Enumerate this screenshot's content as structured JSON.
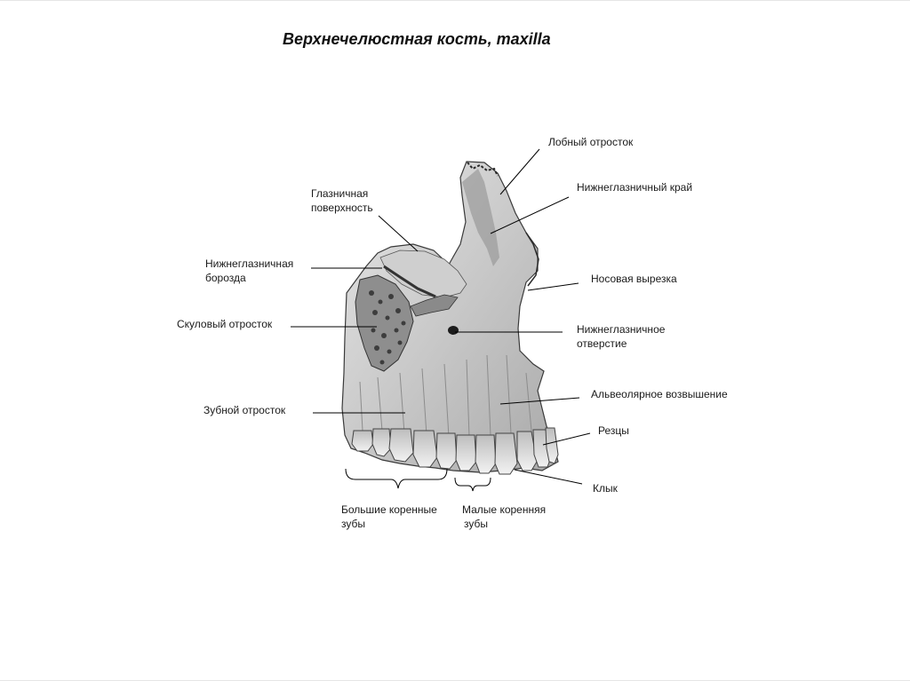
{
  "title": "Верхнечелюстная кость, maxilla",
  "labels": {
    "frontal_process": "Лобный отросток",
    "infraorbital_margin": "Нижнеглазничный край",
    "orbital_surface_l1": "Глазничная",
    "orbital_surface_l2": "поверхность",
    "infraorbital_groove_l1": "Нижнеглазничная",
    "infraorbital_groove_l2": "борозда",
    "nasal_notch": "Носовая вырезка",
    "zygomatic_process": "Скуловый отросток",
    "infraorbital_foramen_l1": "Нижнеглазничное",
    "infraorbital_foramen_l2": "отверстие",
    "alveolar_yokes": "Альвеолярное возвышение",
    "alveolar_process": "Зубной отросток",
    "incisors": "Резцы",
    "canine": "Клык",
    "molars_l1": "Большие коренные",
    "molars_l2": "зубы",
    "premolars_l1": "Малые коренняя",
    "premolars_l2": "зубы"
  },
  "colors": {
    "bone_light": "#dcdcdc",
    "bone_mid": "#b9b9b9",
    "bone_dark": "#5a5a5a",
    "line": "#000000",
    "text": "#1a1a1a"
  }
}
